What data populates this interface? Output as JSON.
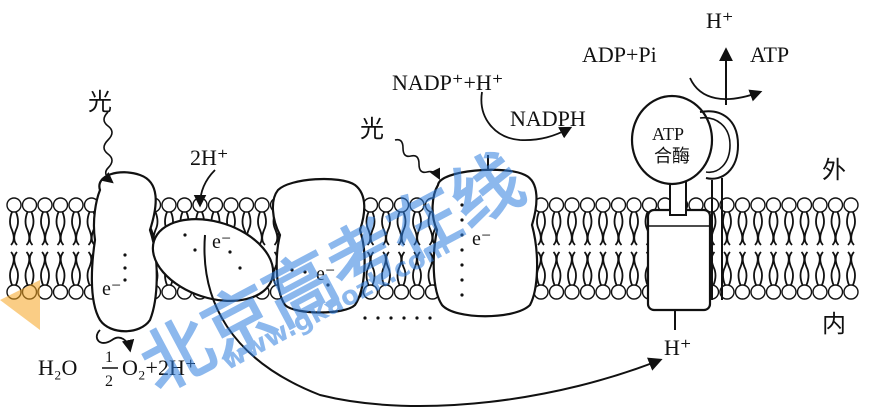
{
  "labels": {
    "light_left": "光",
    "light_mid": "光",
    "two_h_top": "2H⁺",
    "electron_1": "e⁻",
    "electron_2": "e⁻",
    "electron_3": "e⁻",
    "electron_4": "e⁻",
    "nadp_reaction": "NADP⁺+H⁺",
    "nadph": "NADPH",
    "adp_pi": "ADP+Pi",
    "atp": "ATP",
    "atp_synthase_line1": "ATP",
    "atp_synthase_line2": "合酶",
    "h_top": "H⁺",
    "h_bottom": "H⁺",
    "outside": "外",
    "inside": "内",
    "water_split_h2o": "H₂O",
    "water_split_o2_num": "1",
    "water_split_o2_den": "2",
    "water_split_o2": "O₂+2H⁺"
  },
  "watermark": {
    "main": "北京高考在线",
    "url": "www.gkaozk.com",
    "color_blue": "#2f7fe0",
    "color_orange": "#f6a623"
  }
}
